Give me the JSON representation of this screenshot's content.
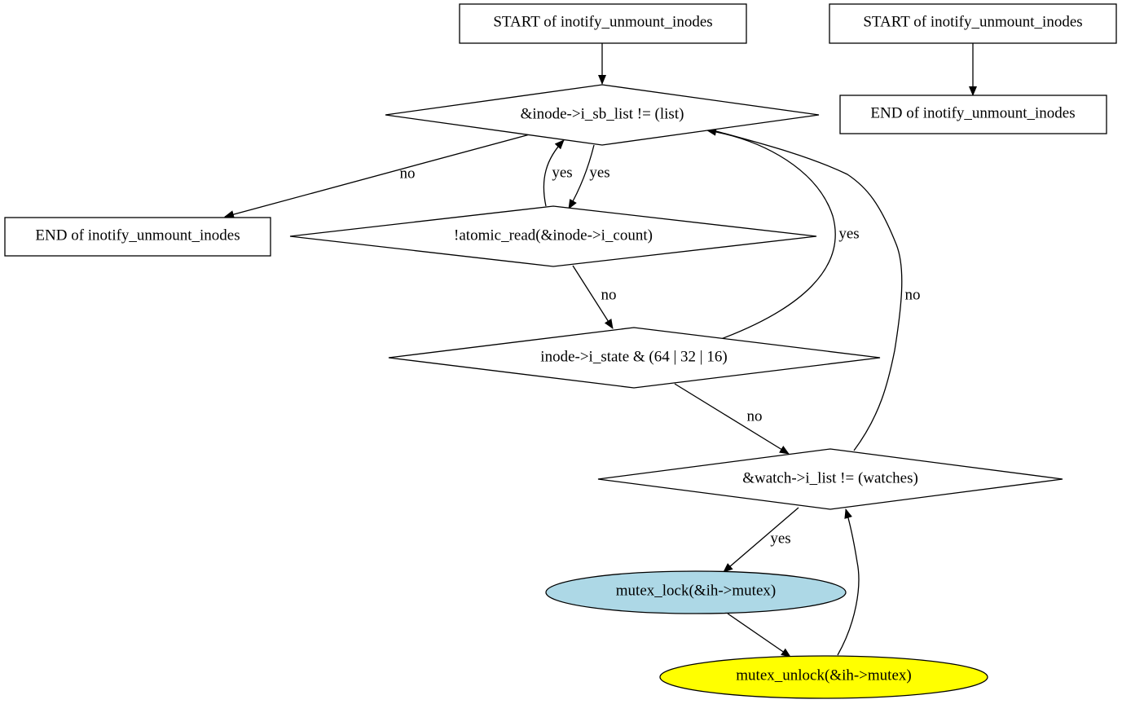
{
  "nodes": {
    "start_main": {
      "label": "START of inotify_unmount_inodes"
    },
    "start_side": {
      "label": "START of inotify_unmount_inodes"
    },
    "end_side": {
      "label": "END of inotify_unmount_inodes"
    },
    "cond_sb_list": {
      "label": "&inode->i_sb_list != (list)"
    },
    "end_main": {
      "label": "END of inotify_unmount_inodes"
    },
    "cond_atomic_read": {
      "label": "!atomic_read(&inode->i_count)"
    },
    "cond_state": {
      "label": "inode->i_state & (64 | 32 | 16)"
    },
    "cond_watch_list": {
      "label": "&watch->i_list != (watches)"
    },
    "mutex_lock": {
      "label": "mutex_lock(&ih->mutex)",
      "fill": "#add8e6"
    },
    "mutex_unlock": {
      "label": "mutex_unlock(&ih->mutex)",
      "fill": "#ffff00"
    }
  },
  "edges": {
    "sb_to_end": {
      "label": "no"
    },
    "atomic_to_sb": {
      "label": "yes"
    },
    "sb_to_atomic": {
      "label": "yes"
    },
    "atomic_to_state": {
      "label": "no"
    },
    "state_to_sb": {
      "label": "yes"
    },
    "state_to_watch": {
      "label": "no"
    },
    "watch_to_sb": {
      "label": "no"
    },
    "watch_to_lock": {
      "label": "yes"
    }
  }
}
